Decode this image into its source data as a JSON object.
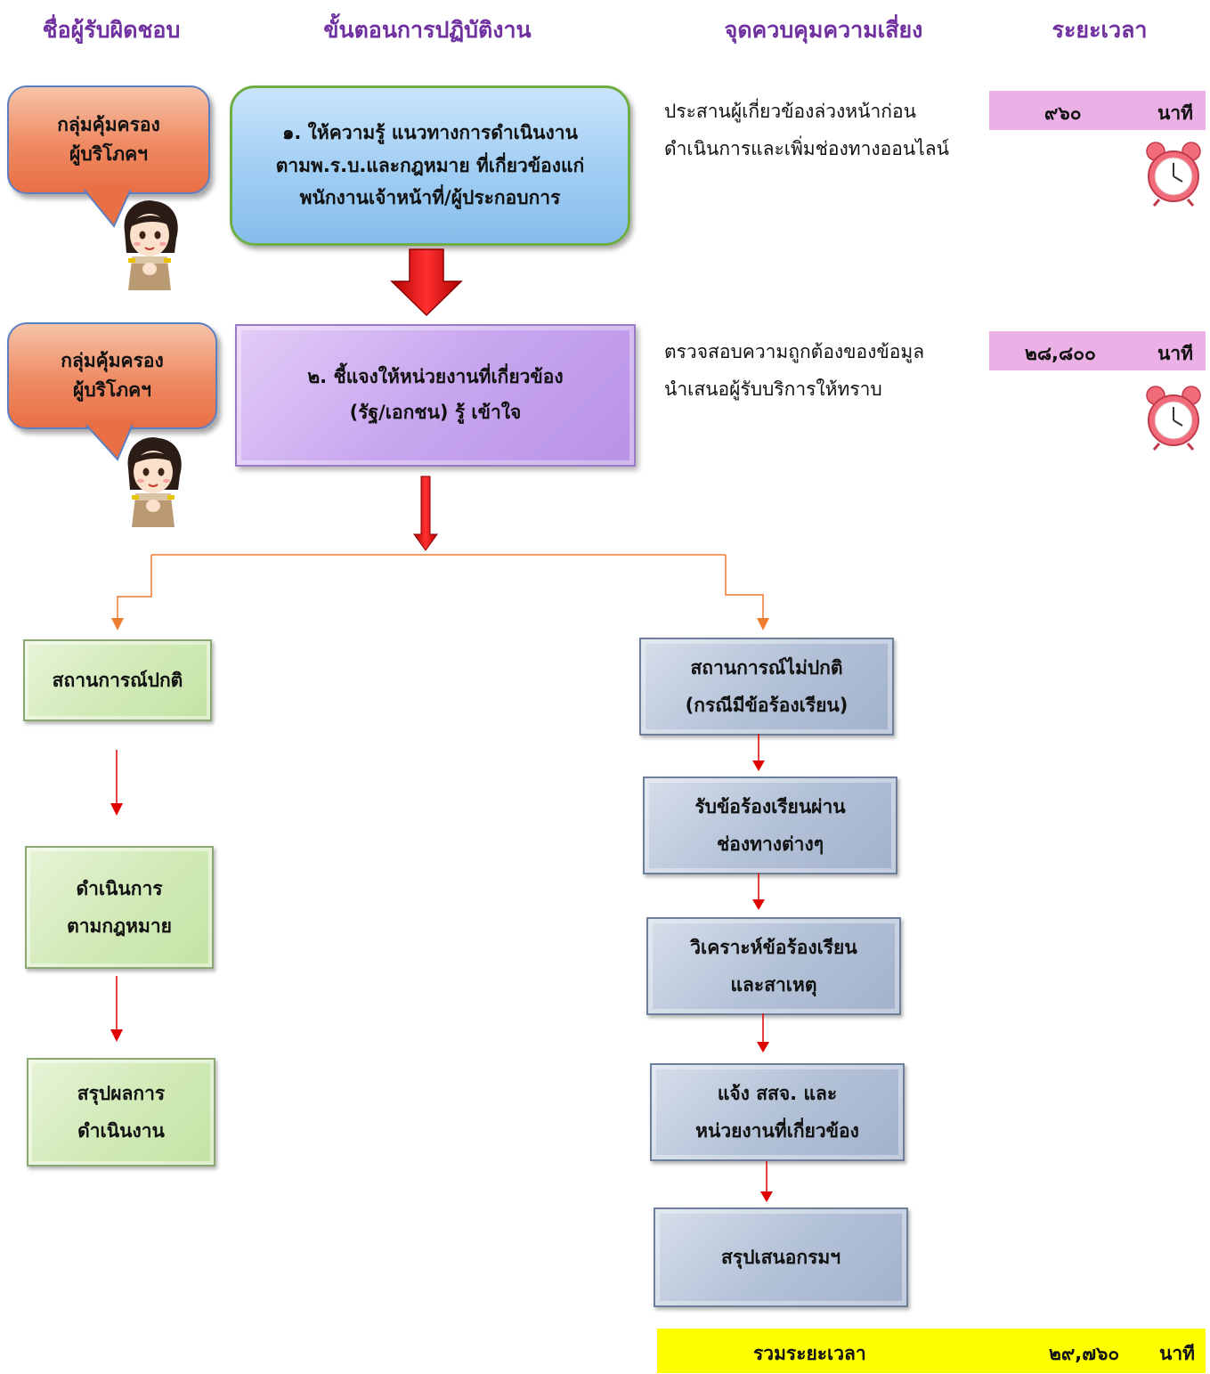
{
  "headers": {
    "responsible": "ชื่อผู้รับผิดชอบ",
    "steps": "ขั้นตอนการปฏิบัติงาน",
    "risk_control": "จุดควบคุมความเสี่ยง",
    "duration": "ระยะเวลา"
  },
  "responsible": [
    {
      "line1": "กลุ่มคุ้มครอง",
      "line2": "ผู้บริโภคฯ"
    },
    {
      "line1": "กลุ่มคุ้มครอง",
      "line2": "ผู้บริโภคฯ"
    }
  ],
  "steps": {
    "step1": {
      "line1": "๑. ให้ความรู้ แนวทางการดำเนินงาน",
      "line2": "ตามพ.ร.บ.และกฎหมาย ที่เกี่ยวข้องแก่",
      "line3": "พนักงานเจ้าหน้าที่/ผู้ประกอบการ"
    },
    "step2": {
      "line1": "๒. ชี้แจงให้หน่วยงานที่เกี่ยวข้อง",
      "line2": "(รัฐ/เอกชน) รู้ เข้าใจ"
    }
  },
  "risk": {
    "r1": {
      "line1": "ประสานผู้เกี่ยวข้องล่วงหน้าก่อน",
      "line2": "ดำเนินการและเพิ่มช่องทางออนไลน์"
    },
    "r2": {
      "line1": "ตรวจสอบความถูกต้องของข้อมูล",
      "line2": "นำเสนอผู้รับบริการให้ทราบ"
    }
  },
  "durations": [
    {
      "value": "๙๖๐",
      "unit": "นาที"
    },
    {
      "value": "๒๘,๘๐๐",
      "unit": "นาที"
    }
  ],
  "normal_branch": [
    {
      "line1": "สถานการณ์ปกติ",
      "line2": ""
    },
    {
      "line1": "ดำเนินการ",
      "line2": "ตามกฎหมาย"
    },
    {
      "line1": "สรุปผลการ",
      "line2": "ดำเนินงาน"
    }
  ],
  "abnormal_branch": [
    {
      "line1": "สถานการณ์ไม่ปกติ",
      "line2": "(กรณีมีข้อร้องเรียน)"
    },
    {
      "line1": "รับข้อร้องเรียนผ่าน",
      "line2": "ช่องทางต่างๆ"
    },
    {
      "line1": "วิเคราะห์ข้อร้องเรียน",
      "line2": "และสาเหตุ"
    },
    {
      "line1": "แจ้ง สสจ. และ",
      "line2": "หน่วยงานที่เกี่ยวข้อง"
    },
    {
      "line1": "สรุปเสนอกรมฯ",
      "line2": ""
    }
  ],
  "total": {
    "label": "รวมระยะเวลา",
    "value": "๒๙,๗๖๐",
    "unit": "นาที"
  },
  "colors": {
    "header": "#7030a0",
    "bubble": "#ef8a62",
    "step1": "#9fcdf3",
    "step2": "#c8a6ef",
    "normal_box": "#d2eab8",
    "abnormal_box": "#b4c2d8",
    "duration_bg": "#ebb0e6",
    "total_bg": "#ffff00",
    "arrow_red": "#e00000",
    "connector_orange": "#ed7d31"
  },
  "icons": [
    "alarm-clock-icon",
    "woman-greeting-figure"
  ]
}
